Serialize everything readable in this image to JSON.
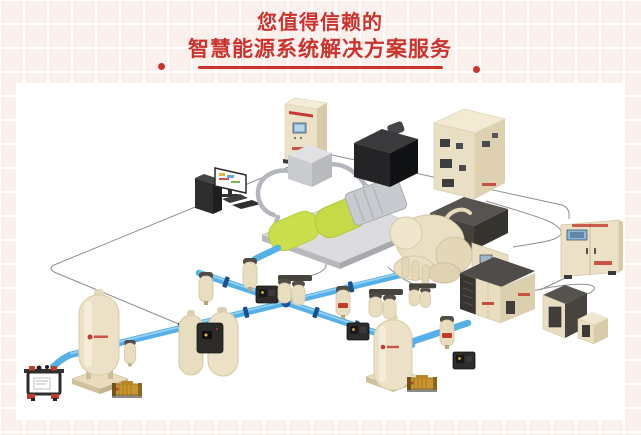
{
  "header": {
    "title_line1": "您值得信赖的",
    "title_line2": "智慧能源系统解决方案服务"
  },
  "colors": {
    "accent_red": "#cb332c",
    "background_pink": "#fcf0ed",
    "panel_white": "#ffffff",
    "pipe_blue": "#55b0e8",
    "pipe_flange_navy": "#1c4f8c",
    "equipment_beige": "#ece1c6",
    "equipment_dark_gray": "#3f3d3b",
    "lime_green": "#cbdf4d",
    "gold": "#c8952f",
    "control_line_gray": "#8f8f8f"
  },
  "diagram": {
    "components": [
      "monitoring-workstation",
      "control-cabinet",
      "power-distribution-cabinet",
      "master-controller-cabinet",
      "oil-free-compressor-skid",
      "centrifugal-compressor",
      "rotary-screw-compressor",
      "refrigerated-dryer",
      "small-dryer-unit",
      "air-receiver-tank-left",
      "air-receiver-tank-right",
      "twin-receiver-tanks",
      "inline-filters",
      "condensate-drain-boxes",
      "valve-manifold",
      "heatless-drain-skids",
      "compressed-air-piping",
      "control-wiring"
    ]
  }
}
